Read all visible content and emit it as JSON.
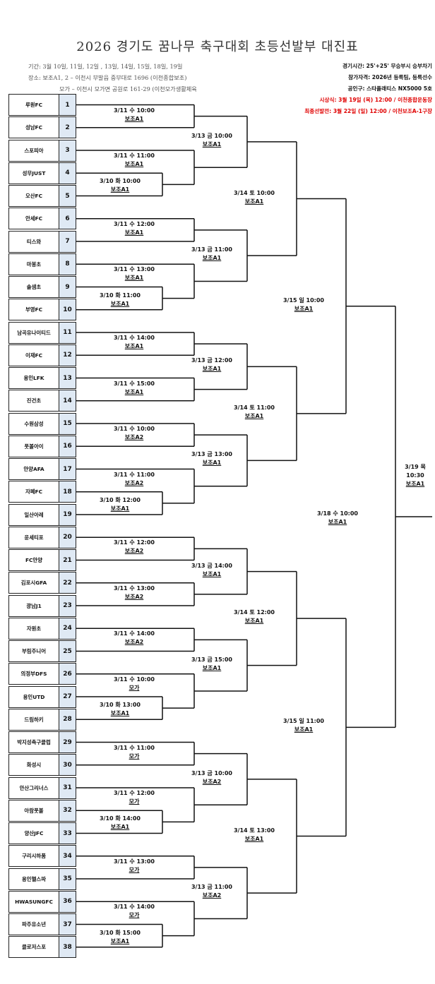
{
  "header": {
    "title": "2026 경기도 꿈나무 축구대회 초등선발부 대진표",
    "period": "기간: 3월 10일, 11일, 12일 , 13일, 14일, 15일, 18일, 19일",
    "venue1": "장소: 보조A1, 2 – 이천시 부발읍 중부대로 1696 (이천종합보조)",
    "venue2": "모가 – 이천시 모가면 공원로 161-29 (이천모가생활체육",
    "match_time": "경기시간: 25'+25' 무승부시 승부차기",
    "eligibility": "참가자격: 2026년 등록팀, 등록선수",
    "ball": "공인구: 스타플래티스 NX5000 5호",
    "ceremony": "시상식: 3월 19일 (목) 12:00 / 이천종합운동장",
    "final_note": "최종선발전: 3월 22일 (일) 12:00 / 이천보조A-1구장"
  },
  "teams": [
    {
      "num": "1",
      "name": "루원FC"
    },
    {
      "num": "2",
      "name": "성남FC"
    },
    {
      "num": "3",
      "name": "스포피아"
    },
    {
      "num": "4",
      "name": "성무JUST"
    },
    {
      "num": "5",
      "name": "오산FC"
    },
    {
      "num": "6",
      "name": "안세FC"
    },
    {
      "num": "7",
      "name": "티스와"
    },
    {
      "num": "8",
      "name": "마봉초"
    },
    {
      "num": "9",
      "name": "솔샘초"
    },
    {
      "num": "10",
      "name": "부영FC"
    },
    {
      "num": "11",
      "name": "남곡유나이티드"
    },
    {
      "num": "12",
      "name": "이재FC"
    },
    {
      "num": "13",
      "name": "용인LFK"
    },
    {
      "num": "14",
      "name": "진건초"
    },
    {
      "num": "15",
      "name": "수원삼성"
    },
    {
      "num": "16",
      "name": "풋볼아이"
    },
    {
      "num": "17",
      "name": "안양AFA"
    },
    {
      "num": "18",
      "name": "자페FC"
    },
    {
      "num": "19",
      "name": "일산아레"
    },
    {
      "num": "20",
      "name": "윤세티포"
    },
    {
      "num": "21",
      "name": "FC안양"
    },
    {
      "num": "22",
      "name": "김포시GFA"
    },
    {
      "num": "23",
      "name": "광남J1"
    },
    {
      "num": "24",
      "name": "자원초"
    },
    {
      "num": "25",
      "name": "부림주니어"
    },
    {
      "num": "26",
      "name": "의정부DFS"
    },
    {
      "num": "27",
      "name": "용인UTD"
    },
    {
      "num": "28",
      "name": "드림하키"
    },
    {
      "num": "29",
      "name": "박지성축구클럽"
    },
    {
      "num": "30",
      "name": "화성시"
    },
    {
      "num": "31",
      "name": "안산그리너스"
    },
    {
      "num": "32",
      "name": "아람풋볼"
    },
    {
      "num": "33",
      "name": "양산JFC"
    },
    {
      "num": "34",
      "name": "구리시하품"
    },
    {
      "num": "35",
      "name": "용인헬스파"
    },
    {
      "num": "36",
      "name": "HWASUNGFC"
    },
    {
      "num": "37",
      "name": "파주유소년"
    },
    {
      "num": "38",
      "name": "클로저스포"
    }
  ],
  "matches": [
    {
      "d": "3/11 수 10:00",
      "v": "보조A1"
    },
    {
      "d": "3/11 수 11:00",
      "v": "보조A1"
    },
    {
      "d": "3/10 화 10:00",
      "v": "보조A1"
    },
    {
      "d": "3/11 수 12:00",
      "v": "보조A1"
    },
    {
      "d": "3/11 수 13:00",
      "v": "보조A1"
    },
    {
      "d": "3/10 화 11:00",
      "v": "보조A1"
    },
    {
      "d": "3/11 수 14:00",
      "v": "보조A1"
    },
    {
      "d": "3/11 수 15:00",
      "v": "보조A1"
    },
    {
      "d": "3/11 수 10:00",
      "v": "보조A2"
    },
    {
      "d": "3/11 수 11:00",
      "v": "보조A2"
    },
    {
      "d": "3/10 화 12:00",
      "v": "보조A1"
    },
    {
      "d": "3/11 수 12:00",
      "v": "보조A2"
    },
    {
      "d": "3/11 수 13:00",
      "v": "보조A2"
    },
    {
      "d": "3/11 수 14:00",
      "v": "보조A2"
    },
    {
      "d": "3/11 수 10:00",
      "v": "모가"
    },
    {
      "d": "3/10 화 13:00",
      "v": "보조A1"
    },
    {
      "d": "3/11 수 11:00",
      "v": "모가"
    },
    {
      "d": "3/11 수 12:00",
      "v": "모가"
    },
    {
      "d": "3/10 화 14:00",
      "v": "보조A1"
    },
    {
      "d": "3/11 수 13:00",
      "v": "모가"
    },
    {
      "d": "3/11 수 14:00",
      "v": "모가"
    },
    {
      "d": "3/10 화 15:00",
      "v": "보조A1"
    },
    {
      "d": "3/13 금 10:00",
      "v": "보조A1"
    },
    {
      "d": "3/13 금 11:00",
      "v": "보조A1"
    },
    {
      "d": "3/13 금 12:00",
      "v": "보조A1"
    },
    {
      "d": "3/13 금 13:00",
      "v": "보조A1"
    },
    {
      "d": "3/13 금 14:00",
      "v": "보조A1"
    },
    {
      "d": "3/13 금 15:00",
      "v": "보조A1"
    },
    {
      "d": "3/13 금 10:00",
      "v": "보조A2"
    },
    {
      "d": "3/13 금 11:00",
      "v": "보조A2"
    },
    {
      "d": "3/14 토 10:00",
      "v": "보조A1"
    },
    {
      "d": "3/14 토 11:00",
      "v": "보조A1"
    },
    {
      "d": "3/14 토 12:00",
      "v": "보조A1"
    },
    {
      "d": "3/14 토 13:00",
      "v": "보조A1"
    },
    {
      "d": "3/15 일 10:00",
      "v": "보조A1"
    },
    {
      "d": "3/15 일 11:00",
      "v": "보조A1"
    },
    {
      "d": "3/18 수 10:00",
      "v": "보조A1"
    },
    {
      "d": "3/19 목 10:30",
      "v": "보조A1"
    }
  ]
}
